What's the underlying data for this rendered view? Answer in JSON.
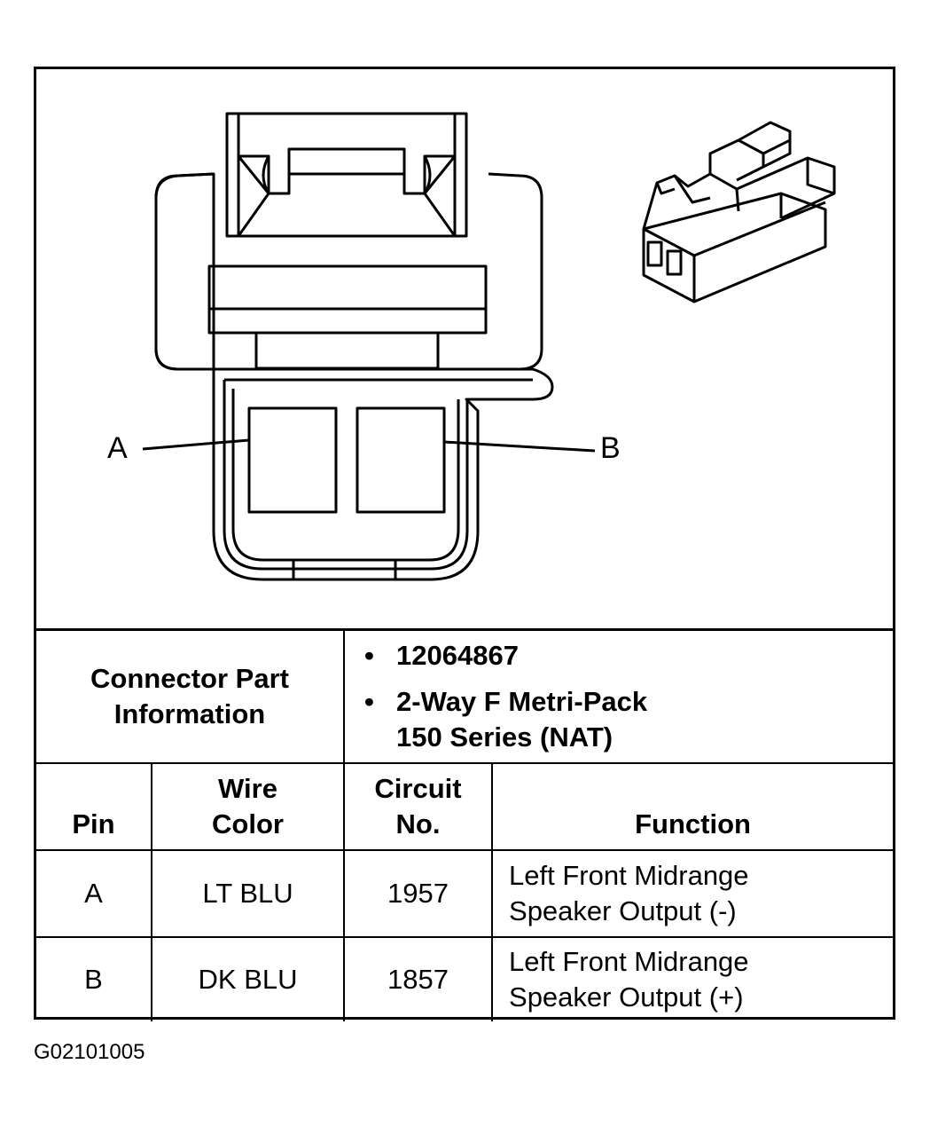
{
  "diagram": {
    "pin_labels": {
      "a": "A",
      "b": "B"
    }
  },
  "connector_info": {
    "label_line1": "Connector Part",
    "label_line2": "Information",
    "bullet_char": "•",
    "items": [
      "12064867",
      "2-Way F Metri-Pack",
      "150 Series (NAT)"
    ]
  },
  "table": {
    "headers": {
      "pin": "Pin",
      "wire_color_line1": "Wire",
      "wire_color_line2": "Color",
      "circuit_line1": "Circuit",
      "circuit_line2": "No.",
      "function": "Function"
    },
    "rows": [
      {
        "pin": "A",
        "wire_color": "LT BLU",
        "circuit": "1957",
        "function_line1": "Left Front Midrange",
        "function_line2": "Speaker Output (-)"
      },
      {
        "pin": "B",
        "wire_color": "DK BLU",
        "circuit": "1857",
        "function_line1": "Left Front Midrange",
        "function_line2": "Speaker Output (+)"
      }
    ]
  },
  "figure_code": "G02101005"
}
